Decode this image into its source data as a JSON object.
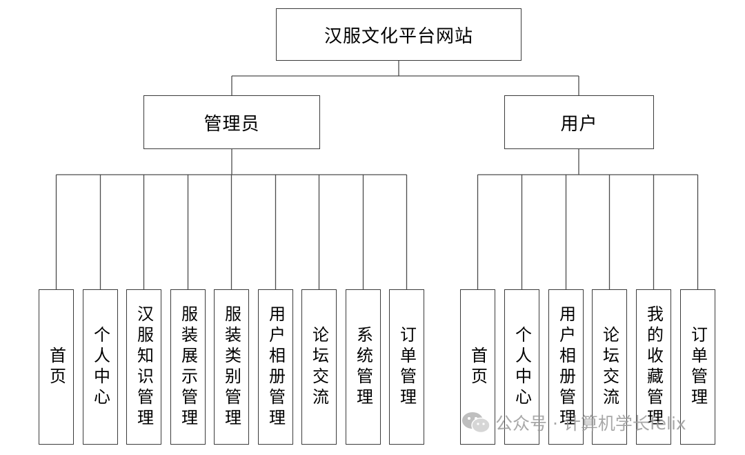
{
  "root": {
    "label": "汉服文化平台网站"
  },
  "roles": [
    {
      "label": "管理员",
      "modules": [
        "首页",
        "个人中心",
        "汉服知识管理",
        "服装展示管理",
        "服装类别管理",
        "用户相册管理",
        "论坛交流",
        "系统管理",
        "订单管理"
      ]
    },
    {
      "label": "用户",
      "modules": [
        "首页",
        "个人中心",
        "用户相册管理",
        "论坛交流",
        "我的收藏管理",
        "订单管理"
      ]
    }
  ],
  "watermark": {
    "text": "公众号 · 计算机学长felix",
    "icon": "wechat-icon"
  }
}
